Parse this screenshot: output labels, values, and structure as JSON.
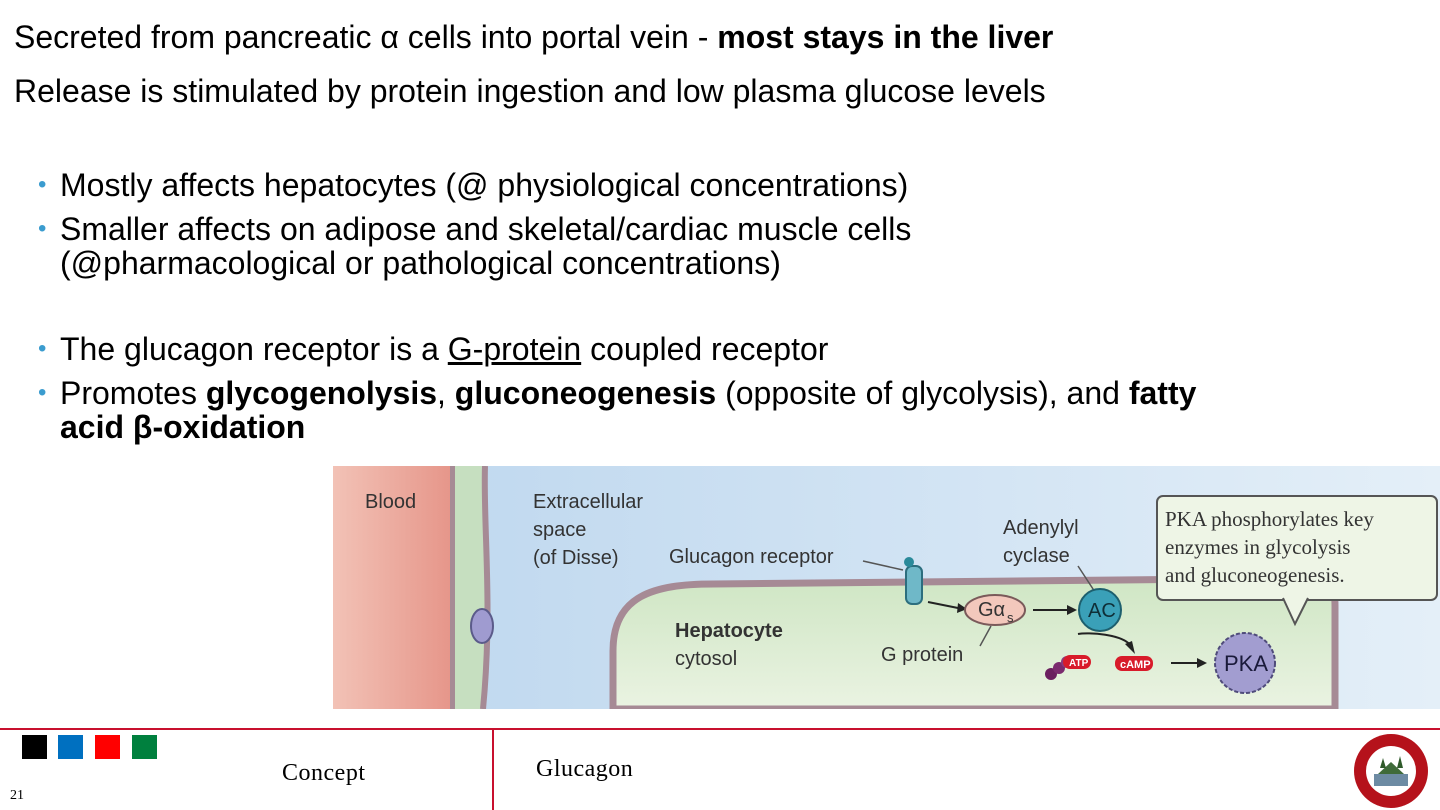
{
  "header": {
    "line1_prefix": "Secreted from pancreatic α cells into portal vein - ",
    "line1_bold": "most stays in the liver",
    "line2": "Release is stimulated by protein ingestion and low plasma glucose levels"
  },
  "bullets": {
    "b1": "Mostly affects hepatocytes (@ physiological concentrations)",
    "b2_line1": "Smaller affects on adipose and skeletal/cardiac muscle cells",
    "b2_line2": "(@pharmacological or pathological concentrations)",
    "b3_pre": "The glucagon receptor is a ",
    "b3_underlined": "G-protein",
    "b3_post": " coupled receptor",
    "b4_t1": "Promotes ",
    "b4_b1": "glycogenolysis",
    "b4_t2": ", ",
    "b4_b2": "gluconeogenesis",
    "b4_t3": " (opposite of glycolysis), and ",
    "b4_b3": "fatty",
    "b4_b4": "acid β-oxidation"
  },
  "figure": {
    "blood": "Blood",
    "extracellular_1": "Extracellular",
    "extracellular_2": "space",
    "extracellular_3": "(of Disse)",
    "glucagon_receptor": "Glucagon receptor",
    "adenylyl_1": "Adenylyl",
    "adenylyl_2": "cyclase",
    "callout_1": "PKA phosphorylates key",
    "callout_2": "enzymes in glycolysis",
    "callout_3": "and gluconeogenesis.",
    "g_alpha": "Gα",
    "g_alpha_sub": "s",
    "ac": "AC",
    "hepatocyte": "Hepatocyte",
    "cytosol": "cytosol",
    "g_protein": "G protein",
    "atp": "ATP",
    "camp": "cAMP",
    "pka": "PKA"
  },
  "footer": {
    "concept": "Concept",
    "topic": "Glucagon",
    "page_number": "21",
    "squares": [
      "#000000",
      "#0070c0",
      "#ff0000",
      "#00803e"
    ],
    "accent": "#c8102e"
  },
  "icons": {
    "bullet": "•"
  }
}
